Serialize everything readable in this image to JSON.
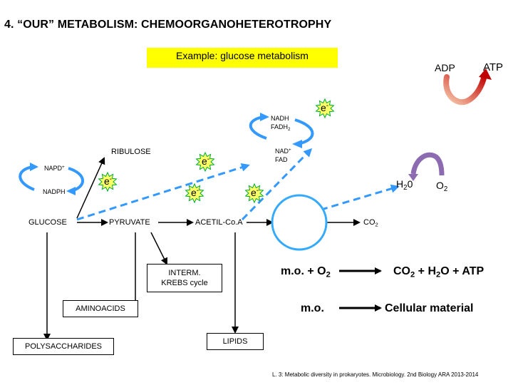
{
  "title": "4. “OUR” METABOLISM: CHEMOORGANOHETEROTROPHY",
  "example": "Example: glucose metabolism",
  "labels": {
    "adp": "ADP",
    "atp": "ATP",
    "electron": "e",
    "electron_sup": "-",
    "nadh": "NADH",
    "fadh": "FADH",
    "fadh_sub": "2",
    "nad_plus": "NAD",
    "plus": "+",
    "fad": "FAD",
    "ribulose": "RIBULOSE",
    "napd_plus": "NAPD",
    "nadph": "NADPH",
    "h2o_h": "H",
    "h2o_sub": "2",
    "h2o_o": "0",
    "o2_o": "O",
    "o2_sub": "2",
    "glucose": "GLUCOSE",
    "pyruvate": "PYRUVATE",
    "acetil_coa": "ACETIL-Co.A",
    "co2_co": "CO",
    "co2_sub": "2",
    "interm_line1": "INTERM.",
    "interm_line2": "KREBS cycle",
    "aminoacids": "AMINOACIDS",
    "polysaccharides": "POLYSACCHARIDES",
    "lipids": "LIPIDS"
  },
  "reactions": {
    "mo_o2_prefix": "m.o. + O",
    "mo_o2_sub": "2",
    "products_co": "CO",
    "products_co_sub": "2",
    "products_mid": " + H",
    "products_h_sub": "2",
    "products_end": "O + ATP",
    "mo": "m.o.",
    "cellular": "Cellular material"
  },
  "footer": "L. 3: Metabolic diversity in prokaryotes.  Microbiology. 2nd Biology ARA  2013-2014",
  "colors": {
    "yellow_box": "#ffff00",
    "blue": "#3399ff",
    "cycle_blue": "#33aaff",
    "atp_arrow_from": "#f4b183",
    "atp_arrow_to": "#c00000",
    "h2o_arrow": "#9966cc",
    "electron_star": "#ffff66",
    "electron_star_stroke": "#00aa33"
  }
}
